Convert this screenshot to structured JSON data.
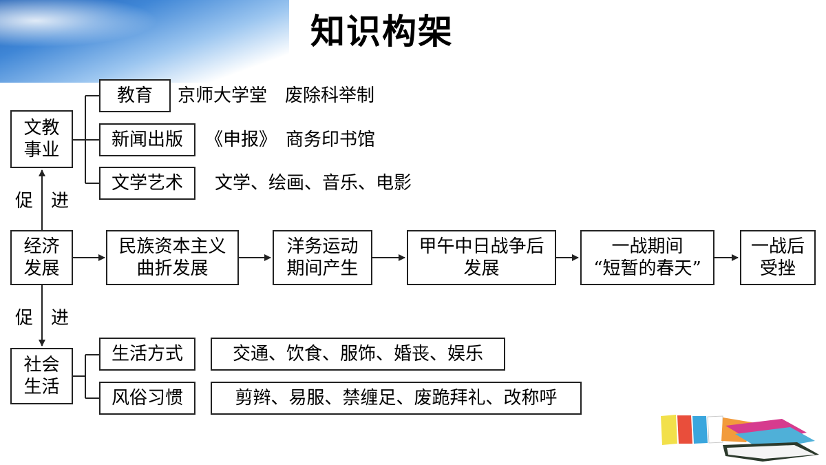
{
  "title": "知识构架",
  "culture": {
    "label": "文教\n事业",
    "items": [
      {
        "category": "教育",
        "detail": "京师大学堂　废除科举制"
      },
      {
        "category": "新闻出版",
        "detail": "《申报》　商务印书馆"
      },
      {
        "category": "文学艺术",
        "detail": "文学、绘画、音乐、电影"
      }
    ]
  },
  "promote_up": "促　进",
  "economy": {
    "label": "经济\n发展",
    "stages": [
      "民族资本主义\n曲折发展",
      "洋务运动\n期间产生",
      "甲午中日战争后\n发展",
      "一战期间\n“短暂的春天”",
      "一战后\n受挫"
    ]
  },
  "promote_down": "促　进",
  "society": {
    "label": "社会\n生活",
    "items": [
      {
        "category": "生活方式",
        "detail": "交通、饮食、服饰、婚丧、娱乐"
      },
      {
        "category": "风俗习惯",
        "detail": "剪辫、易服、禁缠足、废跪拜礼、改称呼"
      }
    ]
  },
  "decor": {
    "image": "books-stack-icon"
  }
}
